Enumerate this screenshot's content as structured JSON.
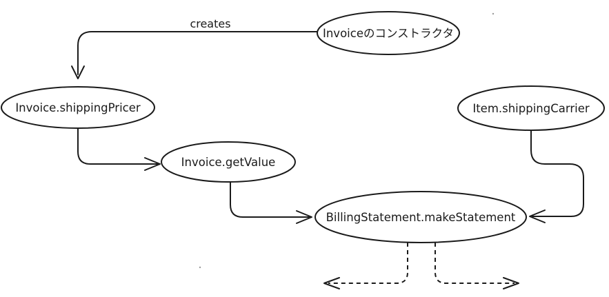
{
  "nodes": {
    "invoice_constructor": {
      "label": "Invoiceのコンストラクタ"
    },
    "invoice_shipping_pricer": {
      "label": "Invoice.shippingPricer"
    },
    "item_shipping_carrier": {
      "label": "Item.shippingCarrier"
    },
    "invoice_get_value": {
      "label": "Invoice.getValue"
    },
    "billing_statement_make_statement": {
      "label": "BillingStatement.makeStatement"
    }
  },
  "edges": {
    "creates": {
      "label": "creates"
    }
  },
  "colors": {
    "stroke": "#1a1a1a",
    "background": "#ffffff"
  }
}
